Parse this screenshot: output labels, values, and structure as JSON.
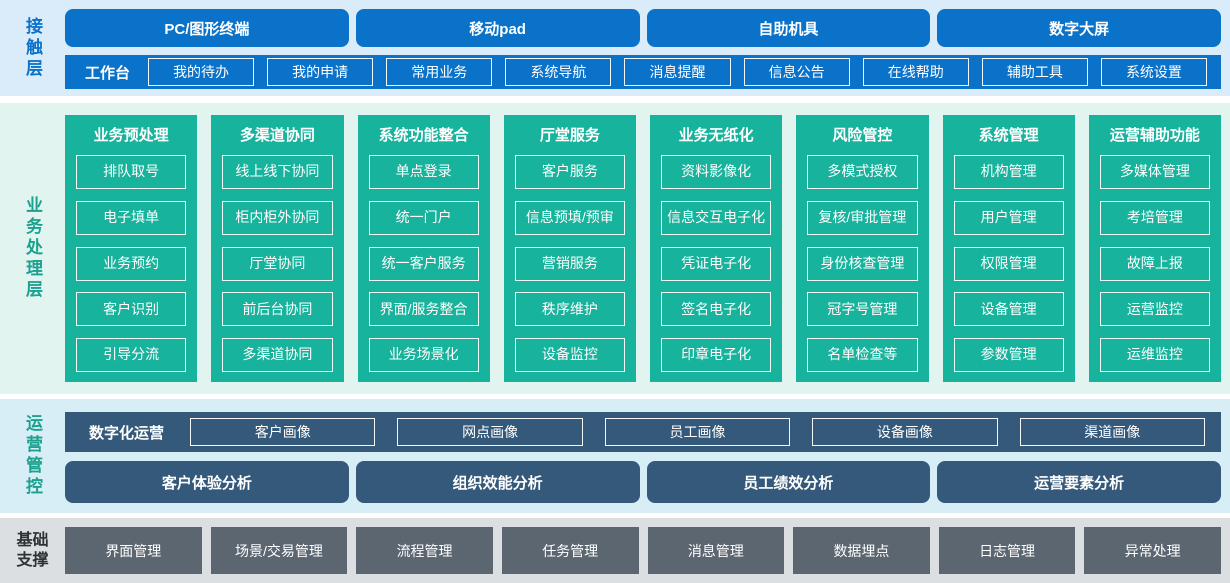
{
  "colors": {
    "blue": "#0a72c9",
    "teal": "#18b39c",
    "slate": "#35597b",
    "graybox": "#5b6670",
    "bg-contact": "#daecfa",
    "bg-business": "#e2f4ef",
    "bg-ops": "#d7eef6",
    "bg-base": "#dcdfe2",
    "label-dark": "#2c3137"
  },
  "contact_layer": {
    "label": "接触层",
    "terminals": [
      "PC/图形终端",
      "移动pad",
      "自助机具",
      "数字大屏"
    ],
    "workbench": {
      "label": "工作台",
      "items": [
        "我的待办",
        "我的申请",
        "常用业务",
        "系统导航",
        "消息提醒",
        "信息公告",
        "在线帮助",
        "辅助工具",
        "系统设置"
      ]
    }
  },
  "business_layer": {
    "label": "业务处理层",
    "columns": [
      {
        "title": "业务预处理",
        "items": [
          "排队取号",
          "电子填单",
          "业务预约",
          "客户识别",
          "引导分流"
        ]
      },
      {
        "title": "多渠道协同",
        "items": [
          "线上线下协同",
          "柜内柜外协同",
          "厅堂协同",
          "前后台协同",
          "多渠道协同"
        ]
      },
      {
        "title": "系统功能整合",
        "items": [
          "单点登录",
          "统一门户",
          "统一客户服务",
          "界面/服务整合",
          "业务场景化"
        ]
      },
      {
        "title": "厅堂服务",
        "items": [
          "客户服务",
          "信息预填/预审",
          "营销服务",
          "秩序维护",
          "设备监控"
        ]
      },
      {
        "title": "业务无纸化",
        "items": [
          "资料影像化",
          "信息交互电子化",
          "凭证电子化",
          "签名电子化",
          "印章电子化"
        ]
      },
      {
        "title": "风险管控",
        "items": [
          "多模式授权",
          "复核/审批管理",
          "身份核查管理",
          "冠字号管理",
          "名单检查等"
        ]
      },
      {
        "title": "系统管理",
        "items": [
          "机构管理",
          "用户管理",
          "权限管理",
          "设备管理",
          "参数管理"
        ]
      },
      {
        "title": "运营辅助功能",
        "items": [
          "多媒体管理",
          "考培管理",
          "故障上报",
          "运营监控",
          "运维监控"
        ]
      }
    ]
  },
  "ops_layer": {
    "label": "运营管控",
    "digital_ops": {
      "label": "数字化运营",
      "items": [
        "客户画像",
        "网点画像",
        "员工画像",
        "设备画像",
        "渠道画像"
      ]
    },
    "analysis": [
      "客户体验分析",
      "组织效能分析",
      "员工绩效分析",
      "运营要素分析"
    ]
  },
  "base_layer": {
    "label": "基础支撑",
    "items": [
      "界面管理",
      "场景/交易管理",
      "流程管理",
      "任务管理",
      "消息管理",
      "数据埋点",
      "日志管理",
      "异常处理"
    ]
  }
}
